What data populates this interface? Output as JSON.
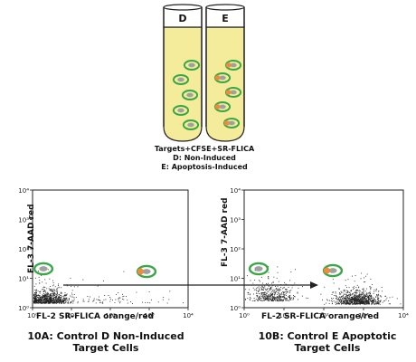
{
  "tubes": {
    "left_letter": "D",
    "right_letter": "E",
    "line1": "Targets+CFSE+SR-FLICA",
    "line2": "D: Non-Induced",
    "line3": "E: Apoptosis-Induced"
  },
  "chart_data": [
    {
      "type": "scatter",
      "id": "10A",
      "caption_line1": "10A: Control D Non-Induced",
      "caption_line2": "Target Cells",
      "xlabel": "FL-2 SR-FLICA orange/red",
      "ylabel": "FL-3 7-AAD red",
      "x_scale": "log",
      "y_scale": "log",
      "xlim": [
        1,
        10000
      ],
      "ylim": [
        1,
        10000
      ],
      "x_ticks": [
        "10⁰",
        "10¹",
        "10²",
        "10³",
        "10⁴"
      ],
      "y_ticks": [
        "10⁰",
        "10¹",
        "10²",
        "10³",
        "10⁴"
      ],
      "grid": false,
      "clusters": [
        {
          "name": "",
          "x_center": 2.5,
          "y_center": 1.6,
          "spread_x": 0.28,
          "spread_y": 0.18,
          "density": "high"
        },
        {
          "name": "",
          "x_center": 100,
          "y_center": 1.6,
          "spread_x": 0.9,
          "spread_y": 0.2,
          "density": "low"
        }
      ]
    },
    {
      "type": "scatter",
      "id": "10B",
      "caption_line1": "10B: Control E Apoptotic",
      "caption_line2": "Target Cells",
      "xlabel": "FL-2 SR-FLICA orange/red",
      "ylabel": "FL-3 7-AAD red",
      "x_scale": "log",
      "y_scale": "log",
      "xlim": [
        1,
        10000
      ],
      "ylim": [
        1,
        10000
      ],
      "x_ticks": [
        "10⁰",
        "10¹",
        "10²",
        "10³",
        "10⁴"
      ],
      "y_ticks": [
        "10⁰",
        "10¹",
        "10²",
        "10³",
        "10⁴"
      ],
      "grid": false,
      "clusters": [
        {
          "name": "",
          "x_center": 5,
          "y_center": 2.0,
          "spread_x": 0.3,
          "spread_y": 0.25,
          "density": "medium"
        },
        {
          "name": "",
          "x_center": 700,
          "y_center": 1.5,
          "spread_x": 0.3,
          "spread_y": 0.2,
          "density": "high"
        }
      ]
    }
  ],
  "colors": {
    "cell_green": "#3aa646",
    "cell_gray": "#a0a0a0",
    "cell_orange": "#f08a3c",
    "tube_fill": "#f4ec9a",
    "tube_outline": "#222222",
    "dots": "#222222"
  }
}
